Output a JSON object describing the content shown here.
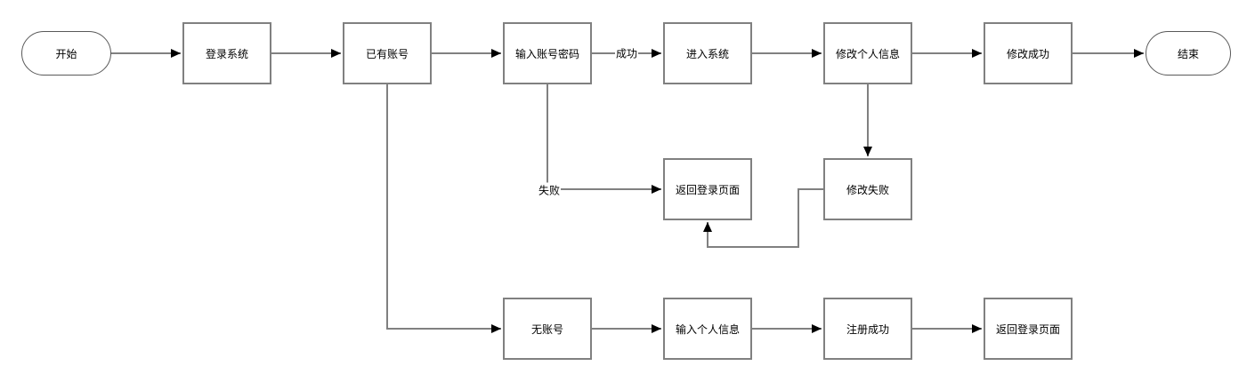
{
  "diagram": {
    "kind": "flowchart",
    "background": "#ffffff",
    "colors": {
      "process_border": "#808080",
      "terminator_border": "#595959",
      "connector": "#808080",
      "arrowhead": "#000000",
      "text": "#000000"
    },
    "nodes": {
      "start": {
        "label": "开始",
        "shape": "terminator"
      },
      "login_system": {
        "label": "登录系统",
        "shape": "process"
      },
      "has_account": {
        "label": "已有账号",
        "shape": "process"
      },
      "enter_credentials": {
        "label": "输入账号密码",
        "shape": "process"
      },
      "enter_system": {
        "label": "进入系统",
        "shape": "process"
      },
      "modify_personal_info": {
        "label": "修改个人信息",
        "shape": "process"
      },
      "modify_success": {
        "label": "修改成功",
        "shape": "process"
      },
      "end": {
        "label": "结束",
        "shape": "terminator"
      },
      "return_login_mid": {
        "label": "返回登录页面",
        "shape": "process"
      },
      "modify_fail": {
        "label": "修改失败",
        "shape": "process"
      },
      "no_account": {
        "label": "无账号",
        "shape": "process"
      },
      "enter_personal_info": {
        "label": "输入个人信息",
        "shape": "process"
      },
      "register_success": {
        "label": "注册成功",
        "shape": "process"
      },
      "return_login_bottom": {
        "label": "返回登录页面",
        "shape": "process"
      }
    },
    "edge_labels": {
      "success": "成功",
      "failure": "失败"
    }
  }
}
